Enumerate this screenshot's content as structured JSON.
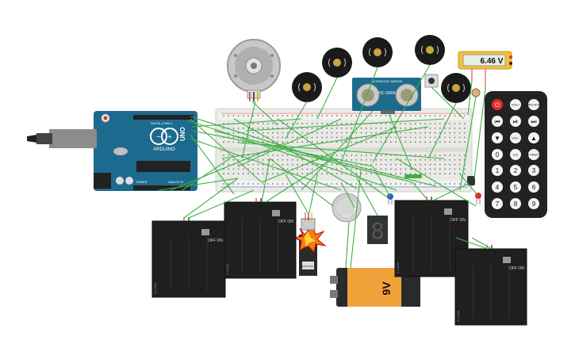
{
  "arduino": {
    "brand": "ARDUINO",
    "model": "UNO",
    "power_label": "POWER",
    "analog_label": "ANALOG IN",
    "digital_label": "DIGITAL (PWM~)"
  },
  "ultrasonic": {
    "model": "HC-SR04",
    "brand": "ULTRASONIC SENSOR"
  },
  "multimeter": {
    "reading": "6.46 V"
  },
  "battery9v": {
    "label": "9V"
  },
  "battery_packs": [
    {
      "off": "OFF",
      "on": "ON",
      "label": "4 x AAA"
    },
    {
      "off": "OFF",
      "on": "ON",
      "label": "4 x AAA"
    },
    {
      "off": "OFF",
      "on": "ON",
      "label": "4 x AAA"
    },
    {
      "off": "OFF",
      "on": "ON",
      "label": "4 x AAA"
    }
  ],
  "servo": {
    "label": "SM-S2090"
  },
  "remote": {
    "buttons": [
      "VOL+",
      "FUNC/STOP",
      "VOL-",
      "ST/REPT",
      "EQ"
    ],
    "digits": [
      "0",
      "1",
      "2",
      "3",
      "4",
      "5",
      "6",
      "7",
      "8",
      "9"
    ]
  },
  "seven_segment": {
    "digit": "8"
  },
  "colors": {
    "wire": "#3cb043",
    "board": "#1d6a8f",
    "breadboard": "#e9e9e6",
    "accent_red": "#e32b2b"
  }
}
